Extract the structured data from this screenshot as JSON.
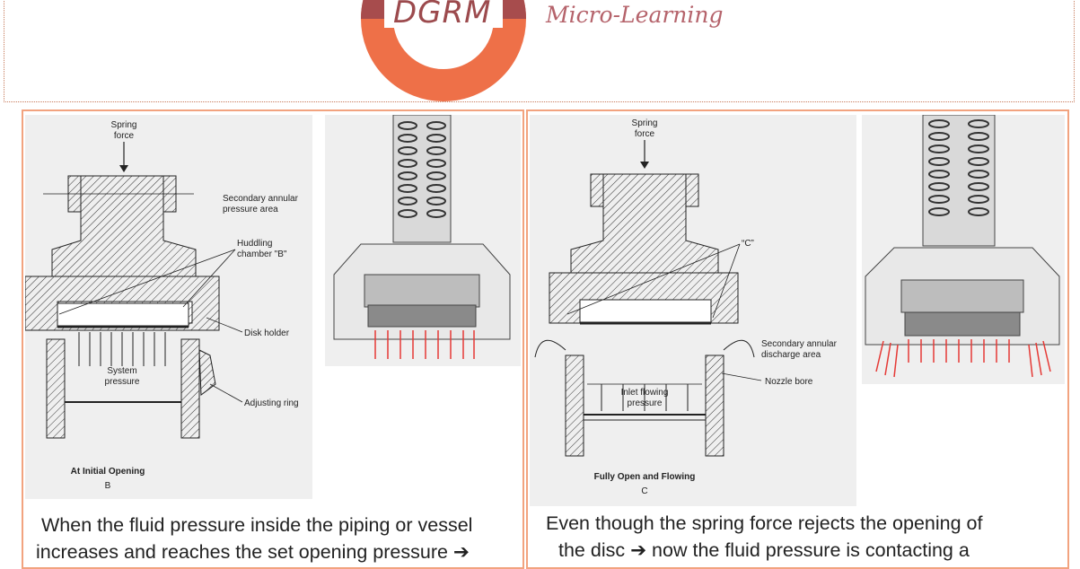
{
  "header": {
    "logo_text": "DGRM",
    "tagline": "Micro-Learning",
    "colors": {
      "ring": "#ee7048",
      "ring_dark": "#a74c4d",
      "panel_border": "#f2a37f",
      "arrow_red": "#e53935"
    }
  },
  "left_panel": {
    "diagram": {
      "spring_force": [
        "Spring",
        "force"
      ],
      "secondary_area": [
        "Secondary annular",
        "pressure area"
      ],
      "huddling": [
        "Huddling",
        "chamber \"B\""
      ],
      "disk_holder": "Disk holder",
      "system_pressure": [
        "System",
        "pressure"
      ],
      "adjusting_ring": "Adjusting ring",
      "stage_title": "At Initial Opening",
      "stage_letter": "B"
    },
    "caption": [
      "When the fluid pressure inside the piping or vessel",
      "increases and reaches the set opening pressure ➔"
    ]
  },
  "right_panel": {
    "diagram": {
      "spring_force": [
        "Spring",
        "force"
      ],
      "chamber_c": "“C”",
      "secondary_discharge": [
        "Secondary annular",
        "discharge area"
      ],
      "nozzle_bore": "Nozzle bore",
      "inlet_flow": [
        "Inlet flowing",
        "pressure"
      ],
      "stage_title": "Fully Open and Flowing",
      "stage_letter": "C"
    },
    "caption": [
      "Even though the spring force rejects the opening of",
      "the disc ➔ now the fluid pressure is contacting a"
    ]
  }
}
